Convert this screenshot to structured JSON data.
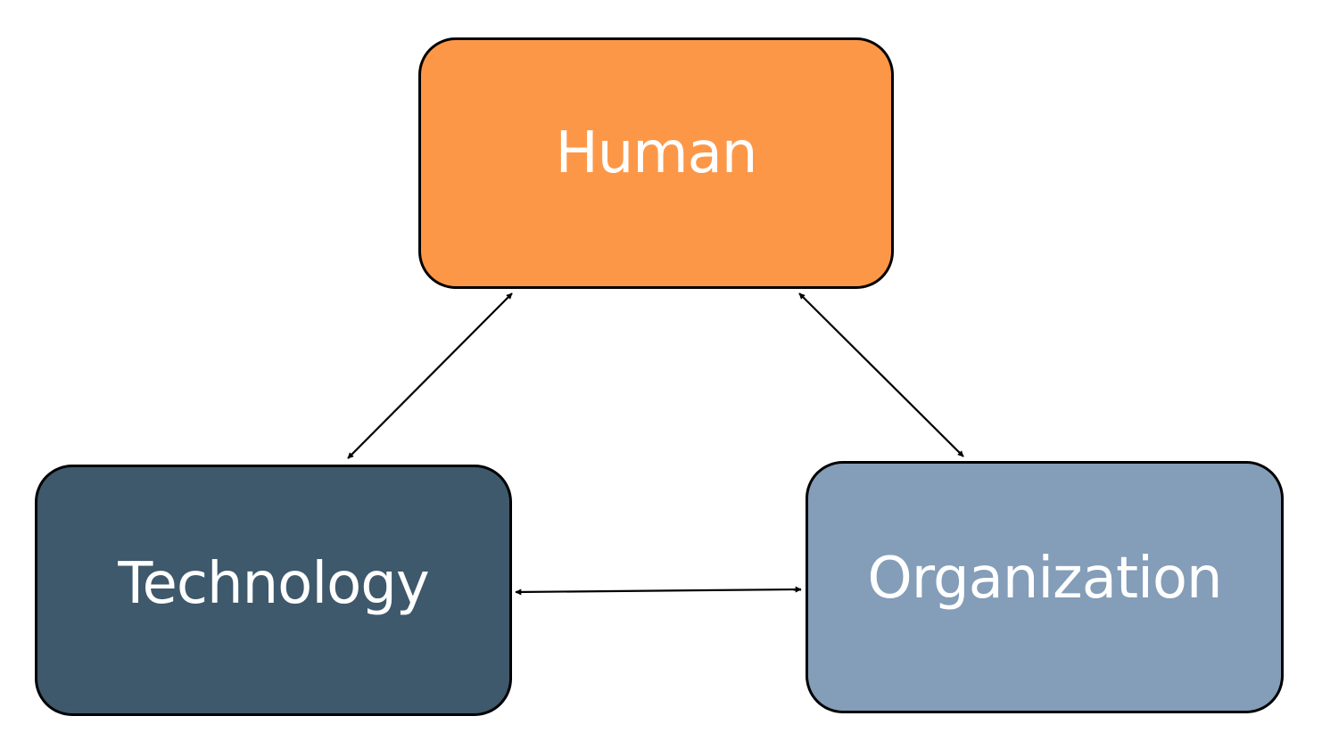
{
  "diagram": {
    "nodes": [
      {
        "id": "human",
        "label": "Human",
        "fill": "#FD9748"
      },
      {
        "id": "technology",
        "label": "Technology",
        "fill": "#3E586C"
      },
      {
        "id": "organization",
        "label": "Organization",
        "fill": "#849DB8"
      }
    ],
    "edges": [
      {
        "from": "human",
        "to": "technology",
        "direction": "bidirectional"
      },
      {
        "from": "human",
        "to": "organization",
        "direction": "bidirectional"
      },
      {
        "from": "technology",
        "to": "organization",
        "direction": "bidirectional"
      }
    ],
    "colors": {
      "border": "#000000",
      "arrow": "#000000",
      "label_text": "#FFFFFF",
      "background": "#FFFFFF"
    }
  }
}
